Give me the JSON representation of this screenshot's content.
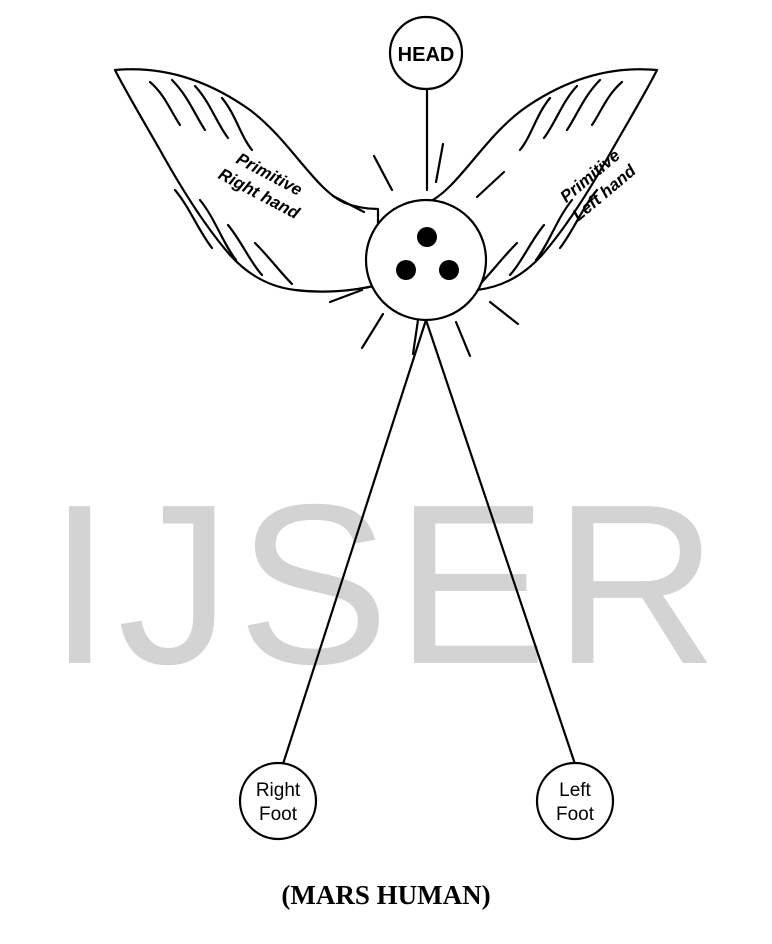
{
  "watermark": "IJSER",
  "nodes": {
    "head": "HEAD",
    "right_foot": [
      "Right",
      "Foot"
    ],
    "left_foot": [
      "Left",
      "Foot"
    ]
  },
  "hands": {
    "right": [
      "Primitive",
      "Right hand"
    ],
    "left": [
      "Primitive",
      "Left hand"
    ]
  },
  "caption": "(MARS HUMAN)"
}
